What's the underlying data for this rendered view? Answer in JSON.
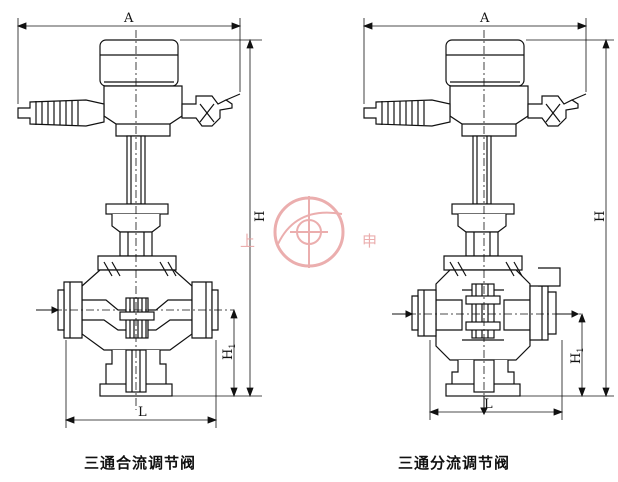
{
  "captions": {
    "left": "三通合流调节阀",
    "right": "三通分流调节阀"
  },
  "dimensions": {
    "width_label": "A",
    "height_label": "H",
    "face_label": "L",
    "center_height_label": "H",
    "center_height_sub": "1"
  },
  "watermark": {
    "left_char": "上",
    "right_char": "申",
    "color": "#e8a0a0"
  },
  "colors": {
    "line": "#111111",
    "watermark": "#e8a0a0"
  }
}
